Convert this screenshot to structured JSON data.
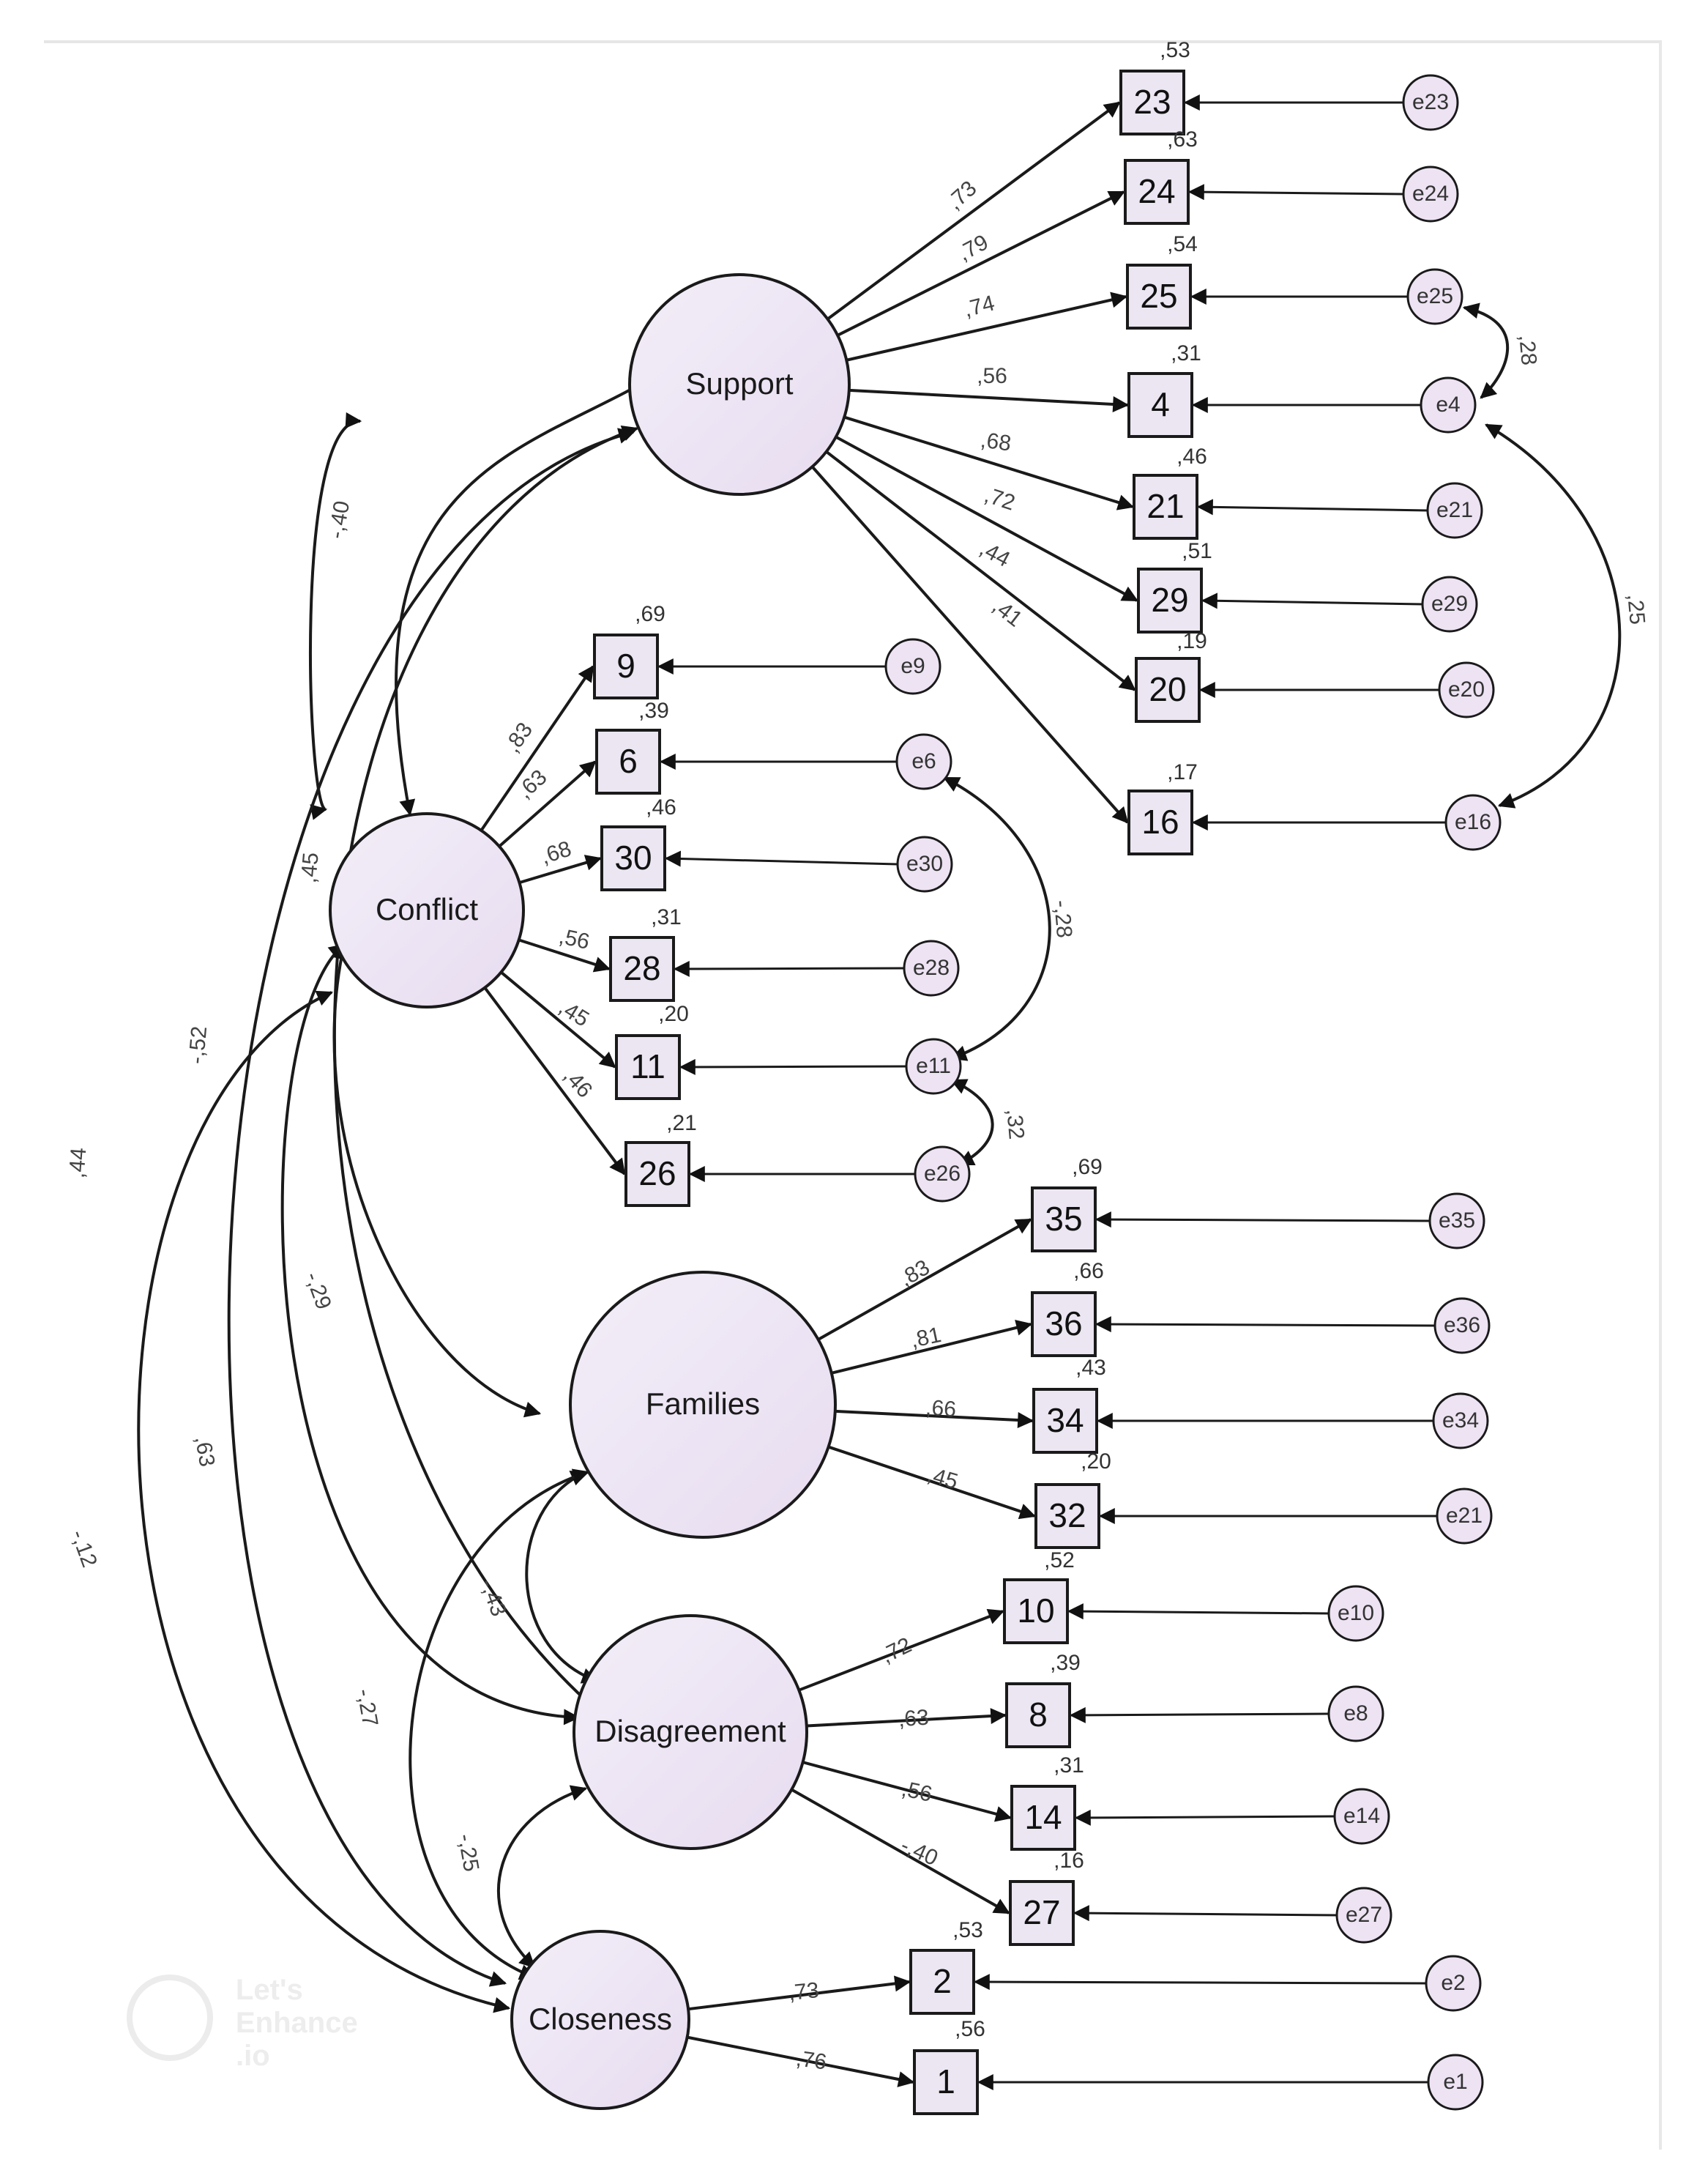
{
  "colors": {
    "node_fill": "#ede3f3",
    "box_fill": "#ebe6f1",
    "stroke": "#1a1a1a"
  },
  "latents": [
    {
      "id": "Support",
      "label": "Support"
    },
    {
      "id": "Conflict",
      "label": "Conflict"
    },
    {
      "id": "Families",
      "label": "Families"
    },
    {
      "id": "Disagreement",
      "label": "Disagreement"
    },
    {
      "id": "Closeness",
      "label": "Closeness"
    }
  ],
  "indicators": [
    {
      "label": "23",
      "factor": "Support",
      "loading": ",73",
      "r2": ",53",
      "error": "e23"
    },
    {
      "label": "24",
      "factor": "Support",
      "loading": ",79",
      "r2": ",63",
      "error": "e24"
    },
    {
      "label": "25",
      "factor": "Support",
      "loading": ",74",
      "r2": ",54",
      "error": "e25"
    },
    {
      "label": "4",
      "factor": "Support",
      "loading": ",56",
      "r2": ",31",
      "error": "e4"
    },
    {
      "label": "21",
      "factor": "Support",
      "loading": ",68",
      "r2": ",46",
      "error": "e21"
    },
    {
      "label": "29",
      "factor": "Support",
      "loading": ",72",
      "r2": ",51",
      "error": "e29"
    },
    {
      "label": "20",
      "factor": "Support",
      "loading": ",44",
      "r2": ",19",
      "error": "e20"
    },
    {
      "label": "16",
      "factor": "Support",
      "loading": ",41",
      "r2": ",17",
      "error": "e16"
    },
    {
      "label": "9",
      "factor": "Conflict",
      "loading": ",83",
      "r2": ",69",
      "error": "e9"
    },
    {
      "label": "6",
      "factor": "Conflict",
      "loading": ",63",
      "r2": ",39",
      "error": "e6"
    },
    {
      "label": "30",
      "factor": "Conflict",
      "loading": ",68",
      "r2": ",46",
      "error": "e30"
    },
    {
      "label": "28",
      "factor": "Conflict",
      "loading": ",56",
      "r2": ",31",
      "error": "e28"
    },
    {
      "label": "11",
      "factor": "Conflict",
      "loading": ",45",
      "r2": ",20",
      "error": "e11"
    },
    {
      "label": "26",
      "factor": "Conflict",
      "loading": ",46",
      "r2": ",21",
      "error": "e26"
    },
    {
      "label": "35",
      "factor": "Families",
      "loading": ",83",
      "r2": ",69",
      "error": "e35"
    },
    {
      "label": "36",
      "factor": "Families",
      "loading": ",81",
      "r2": ",66",
      "error": "e36"
    },
    {
      "label": "34",
      "factor": "Families",
      "loading": ",66",
      "r2": ",43",
      "error": "e34"
    },
    {
      "label": "32",
      "factor": "Families",
      "loading": ",45",
      "r2": ",20",
      "error": "e21"
    },
    {
      "label": "10",
      "factor": "Disagreement",
      "loading": ",72",
      "r2": ",52",
      "error": "e10"
    },
    {
      "label": "8",
      "factor": "Disagreement",
      "loading": ",63",
      "r2": ",39",
      "error": "e8"
    },
    {
      "label": "14",
      "factor": "Disagreement",
      "loading": ",56",
      "r2": ",31",
      "error": "e14"
    },
    {
      "label": "27",
      "factor": "Disagreement",
      "loading": "-,40",
      "r2": ",16",
      "error": "e27"
    },
    {
      "label": "2",
      "factor": "Closeness",
      "loading": ",73",
      "r2": ",53",
      "error": "e2"
    },
    {
      "label": "1",
      "factor": "Closeness",
      "loading": ",76",
      "r2": ",56",
      "error": "e1"
    }
  ],
  "factor_covariances": [
    {
      "from": "Support",
      "to": "Conflict",
      "value": "-,40"
    },
    {
      "from": "Support",
      "to": "Families",
      "value": ",45"
    },
    {
      "from": "Support",
      "to": "Disagreement",
      "value": "-,52"
    },
    {
      "from": "Support",
      "to": "Closeness",
      "value": ",44"
    },
    {
      "from": "Conflict",
      "to": "Families",
      "value": "-,29"
    },
    {
      "from": "Conflict",
      "to": "Disagreement",
      "value": ",63"
    },
    {
      "from": "Conflict",
      "to": "Closeness",
      "value": "-,12"
    },
    {
      "from": "Families",
      "to": "Disagreement",
      "value": "-,43"
    },
    {
      "from": "Families",
      "to": "Closeness",
      "value": "-,27"
    },
    {
      "from": "Disagreement",
      "to": "Closeness",
      "value": "-,25"
    }
  ],
  "error_covariances": [
    {
      "from": "e25",
      "to": "e4",
      "value": ",28"
    },
    {
      "from": "e4",
      "to": "e16",
      "value": ",25"
    },
    {
      "from": "e6",
      "to": "e11",
      "value": "-,28"
    },
    {
      "from": "e11",
      "to": "e26",
      "value": ",32"
    }
  ],
  "watermark": {
    "line1": "Let's",
    "line2": "Enhance",
    "line3": ".io"
  }
}
